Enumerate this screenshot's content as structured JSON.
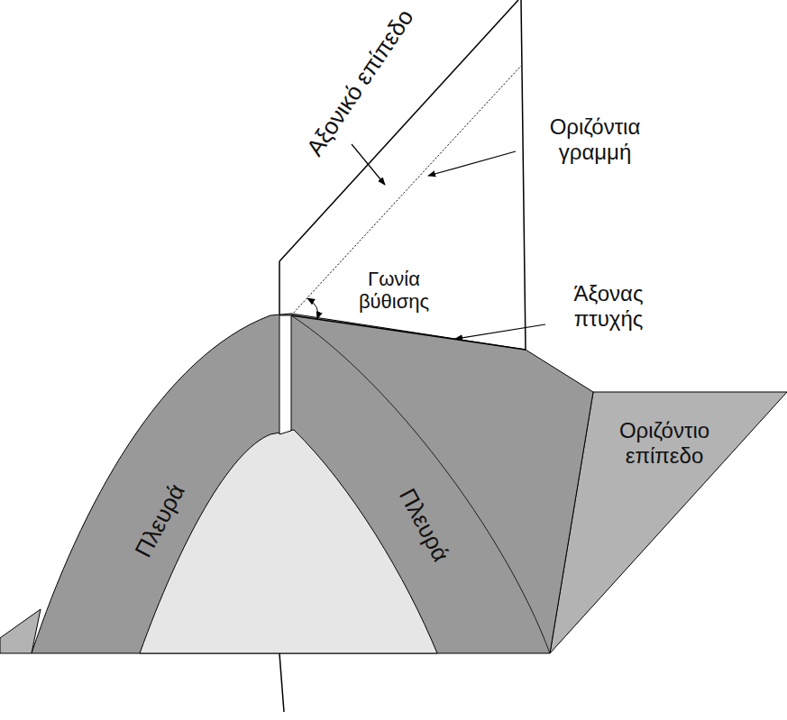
{
  "diagram": {
    "labels": [
      "Αξονικό επίπεδο",
      "Οριζόντια γραμμή",
      "Γωνία βύθισης",
      "Άξονας πτυχής",
      "Πλευρά",
      "Πλευρά",
      "Οριζόντιο επίπεδο"
    ]
  }
}
